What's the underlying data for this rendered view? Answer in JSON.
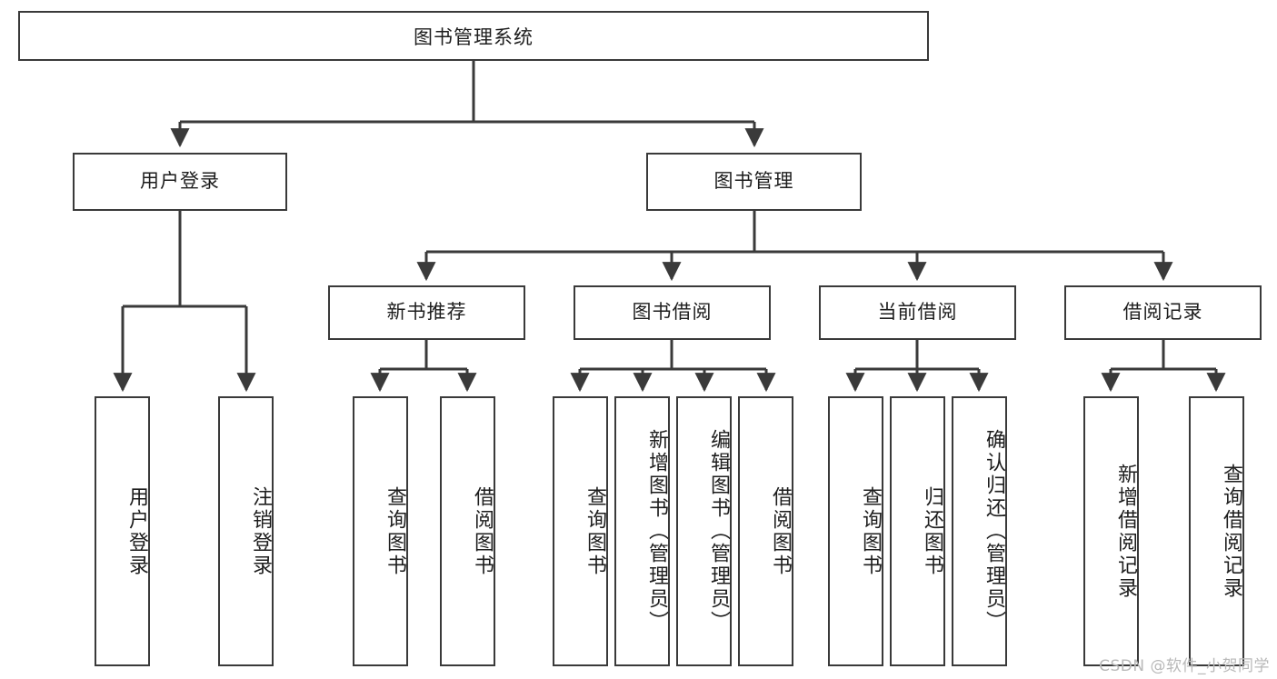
{
  "diagram": {
    "type": "tree-hierarchy",
    "title": "图书管理系统",
    "root": {
      "label": "图书管理系统"
    },
    "level2": [
      {
        "id": "user-login",
        "label": "用户登录"
      },
      {
        "id": "book-management",
        "label": "图书管理"
      }
    ],
    "level3": [
      {
        "id": "new-book-recommend",
        "label": "新书推荐",
        "parent": "book-management"
      },
      {
        "id": "book-borrow",
        "label": "图书借阅",
        "parent": "book-management"
      },
      {
        "id": "current-borrow",
        "label": "当前借阅",
        "parent": "book-management"
      },
      {
        "id": "borrow-record",
        "label": "借阅记录",
        "parent": "book-management"
      }
    ],
    "leaves": [
      {
        "id": "leaf-user-login",
        "label": "用户登录",
        "parent": "user-login"
      },
      {
        "id": "leaf-user-logout",
        "label": "注销登录",
        "parent": "user-login"
      },
      {
        "id": "leaf-query-book-1",
        "label": "查询图书",
        "parent": "new-book-recommend"
      },
      {
        "id": "leaf-borrow-book-1",
        "label": "借阅图书",
        "parent": "new-book-recommend"
      },
      {
        "id": "leaf-query-book-2",
        "label": "查询图书",
        "parent": "book-borrow"
      },
      {
        "id": "leaf-add-book",
        "label": "新增图书（管理员）",
        "parent": "book-borrow"
      },
      {
        "id": "leaf-edit-book",
        "label": "编辑图书（管理员）",
        "parent": "book-borrow"
      },
      {
        "id": "leaf-borrow-book-2",
        "label": "借阅图书",
        "parent": "book-borrow"
      },
      {
        "id": "leaf-query-book-3",
        "label": "查询图书",
        "parent": "current-borrow"
      },
      {
        "id": "leaf-return-book",
        "label": "归还图书",
        "parent": "current-borrow"
      },
      {
        "id": "leaf-confirm-return",
        "label": "确认归还（管理员）",
        "parent": "current-borrow"
      },
      {
        "id": "leaf-add-record",
        "label": "新增借阅记录",
        "parent": "borrow-record"
      },
      {
        "id": "leaf-query-record",
        "label": "查询借阅记录",
        "parent": "borrow-record"
      }
    ],
    "colors": {
      "stroke": "#3a3a3a",
      "text": "#1d1d1d",
      "background": "#ffffff",
      "watermark": "#b9b9b9"
    }
  },
  "watermark": {
    "text": "CSDN @软件_小贺同学"
  }
}
